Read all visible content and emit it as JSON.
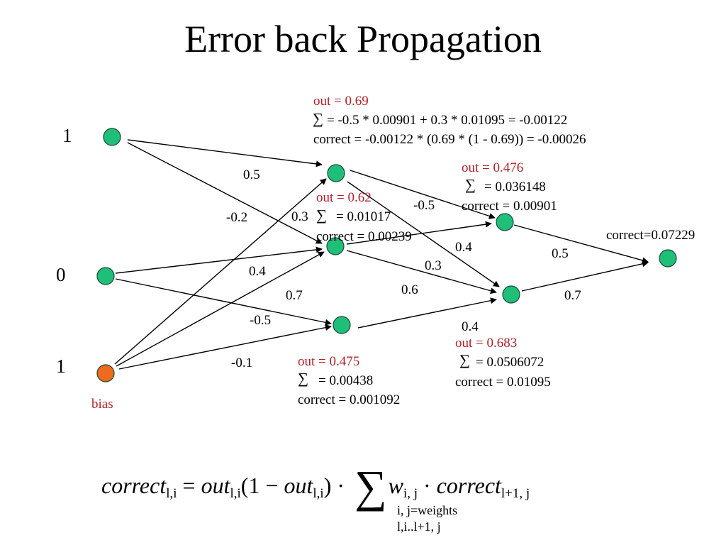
{
  "title": "Error back Propagation",
  "input_labels": [
    "1",
    "0",
    "1"
  ],
  "bias_label": "bias",
  "weights": {
    "w1": "0.5",
    "w2": "-0.2",
    "w3": "0.4",
    "w4": "0.7",
    "w5": "0.3",
    "w6": "-0.5",
    "w7": "-0.1",
    "w8": "-0.5",
    "w9": "0.4",
    "w10": "0.3",
    "w11": "0.6",
    "w12": "0.4",
    "w13": "0.5",
    "w14": "0.7"
  },
  "hidden1": {
    "top": {
      "out": "out = 0.69",
      "sum": "= -0.5 * 0.00901 + 0.3 * 0.01095 = -0.00122",
      "correct": "correct = -0.00122 * (0.69 * (1 - 0.69)) = -0.00026"
    },
    "mid": {
      "out": "out = 0.62",
      "sum": "= 0.01017",
      "correct": "correct = 0.00239"
    },
    "bot": {
      "out": "out = 0.475",
      "sum": "= 0.00438",
      "correct": "correct = 0.001092"
    }
  },
  "hidden2": {
    "top": {
      "out": "out = 0.476",
      "sum": "= 0.036148",
      "correct": "correct = 0.00901"
    },
    "bot": {
      "out": "out = 0.683",
      "sum": "= 0.0506072",
      "correct": "correct = 0.01095"
    }
  },
  "output": {
    "correct": "correct=0.07229"
  },
  "sigma": "∑",
  "formula": {
    "correct": "correct",
    "out": "out",
    "sub_li": "l,i",
    "eq": " = ",
    "one_minus": "(1 − ",
    "close_dot": ") ·",
    "w": "w",
    "sub_ij": "i, j",
    "dot": " · ",
    "sub_l1j": "l+1, j",
    "under1": "i, j=weights",
    "under2": "l,i..l+1, j"
  },
  "colors": {
    "node": "#1fbf7a",
    "bias": "#ee6a1e",
    "red_text": "#b0202a"
  }
}
